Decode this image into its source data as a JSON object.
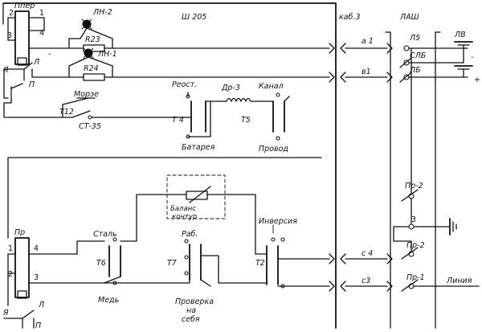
{
  "labels": {
    "title": "Ш 205",
    "relay_top": "Ппер",
    "relay_bottom": "Пр",
    "lamp1": "ЛН-2",
    "lamp2": "ЛН-1",
    "res1": "R23",
    "res2": "R24",
    "morse": "Морзе",
    "t12": "Т12",
    "st35": "СТ-35",
    "reost": "Реост.",
    "dr3": "Др-3",
    "kanal": "Канал",
    "t4": "Т 4",
    "t5": "Т5",
    "battery": "Батарея",
    "wire": "Провод",
    "balance": "Баланс",
    "kontur": "контур",
    "steel": "Сталь",
    "copper": "Медь",
    "t6": "Т6",
    "rab": "Раб.",
    "t7": "Т7",
    "check1": "Проверка",
    "check2": "на",
    "check3": "себя",
    "inversion": "Инверсия",
    "t2": "Т2",
    "kab": "каб.3",
    "lash": "ЛАШ",
    "a1": "а 1",
    "v1": "в1",
    "c4": "с 4",
    "c3": "с3",
    "l5": "Л5",
    "spl": "СЛБ",
    "lb": "ЛБ",
    "lv": "ЛВ",
    "pr2": "Пр-2",
    "gnd3": "3",
    "np2": "Пр-2",
    "np1": "Пр-1",
    "line": "Линия",
    "ya_top": "Я",
    "l_top": "Л",
    "p_top": "П",
    "ya_bot": "Я",
    "l_bot": "Л",
    "p_bot": "П",
    "n1": "1",
    "n2": "2",
    "n3": "3",
    "n4": "4",
    "n1b": "1",
    "n2b": "2",
    "n3b": "3",
    "n4b": "4",
    "plus": "+",
    "minus": "-",
    "minus2": "-"
  }
}
